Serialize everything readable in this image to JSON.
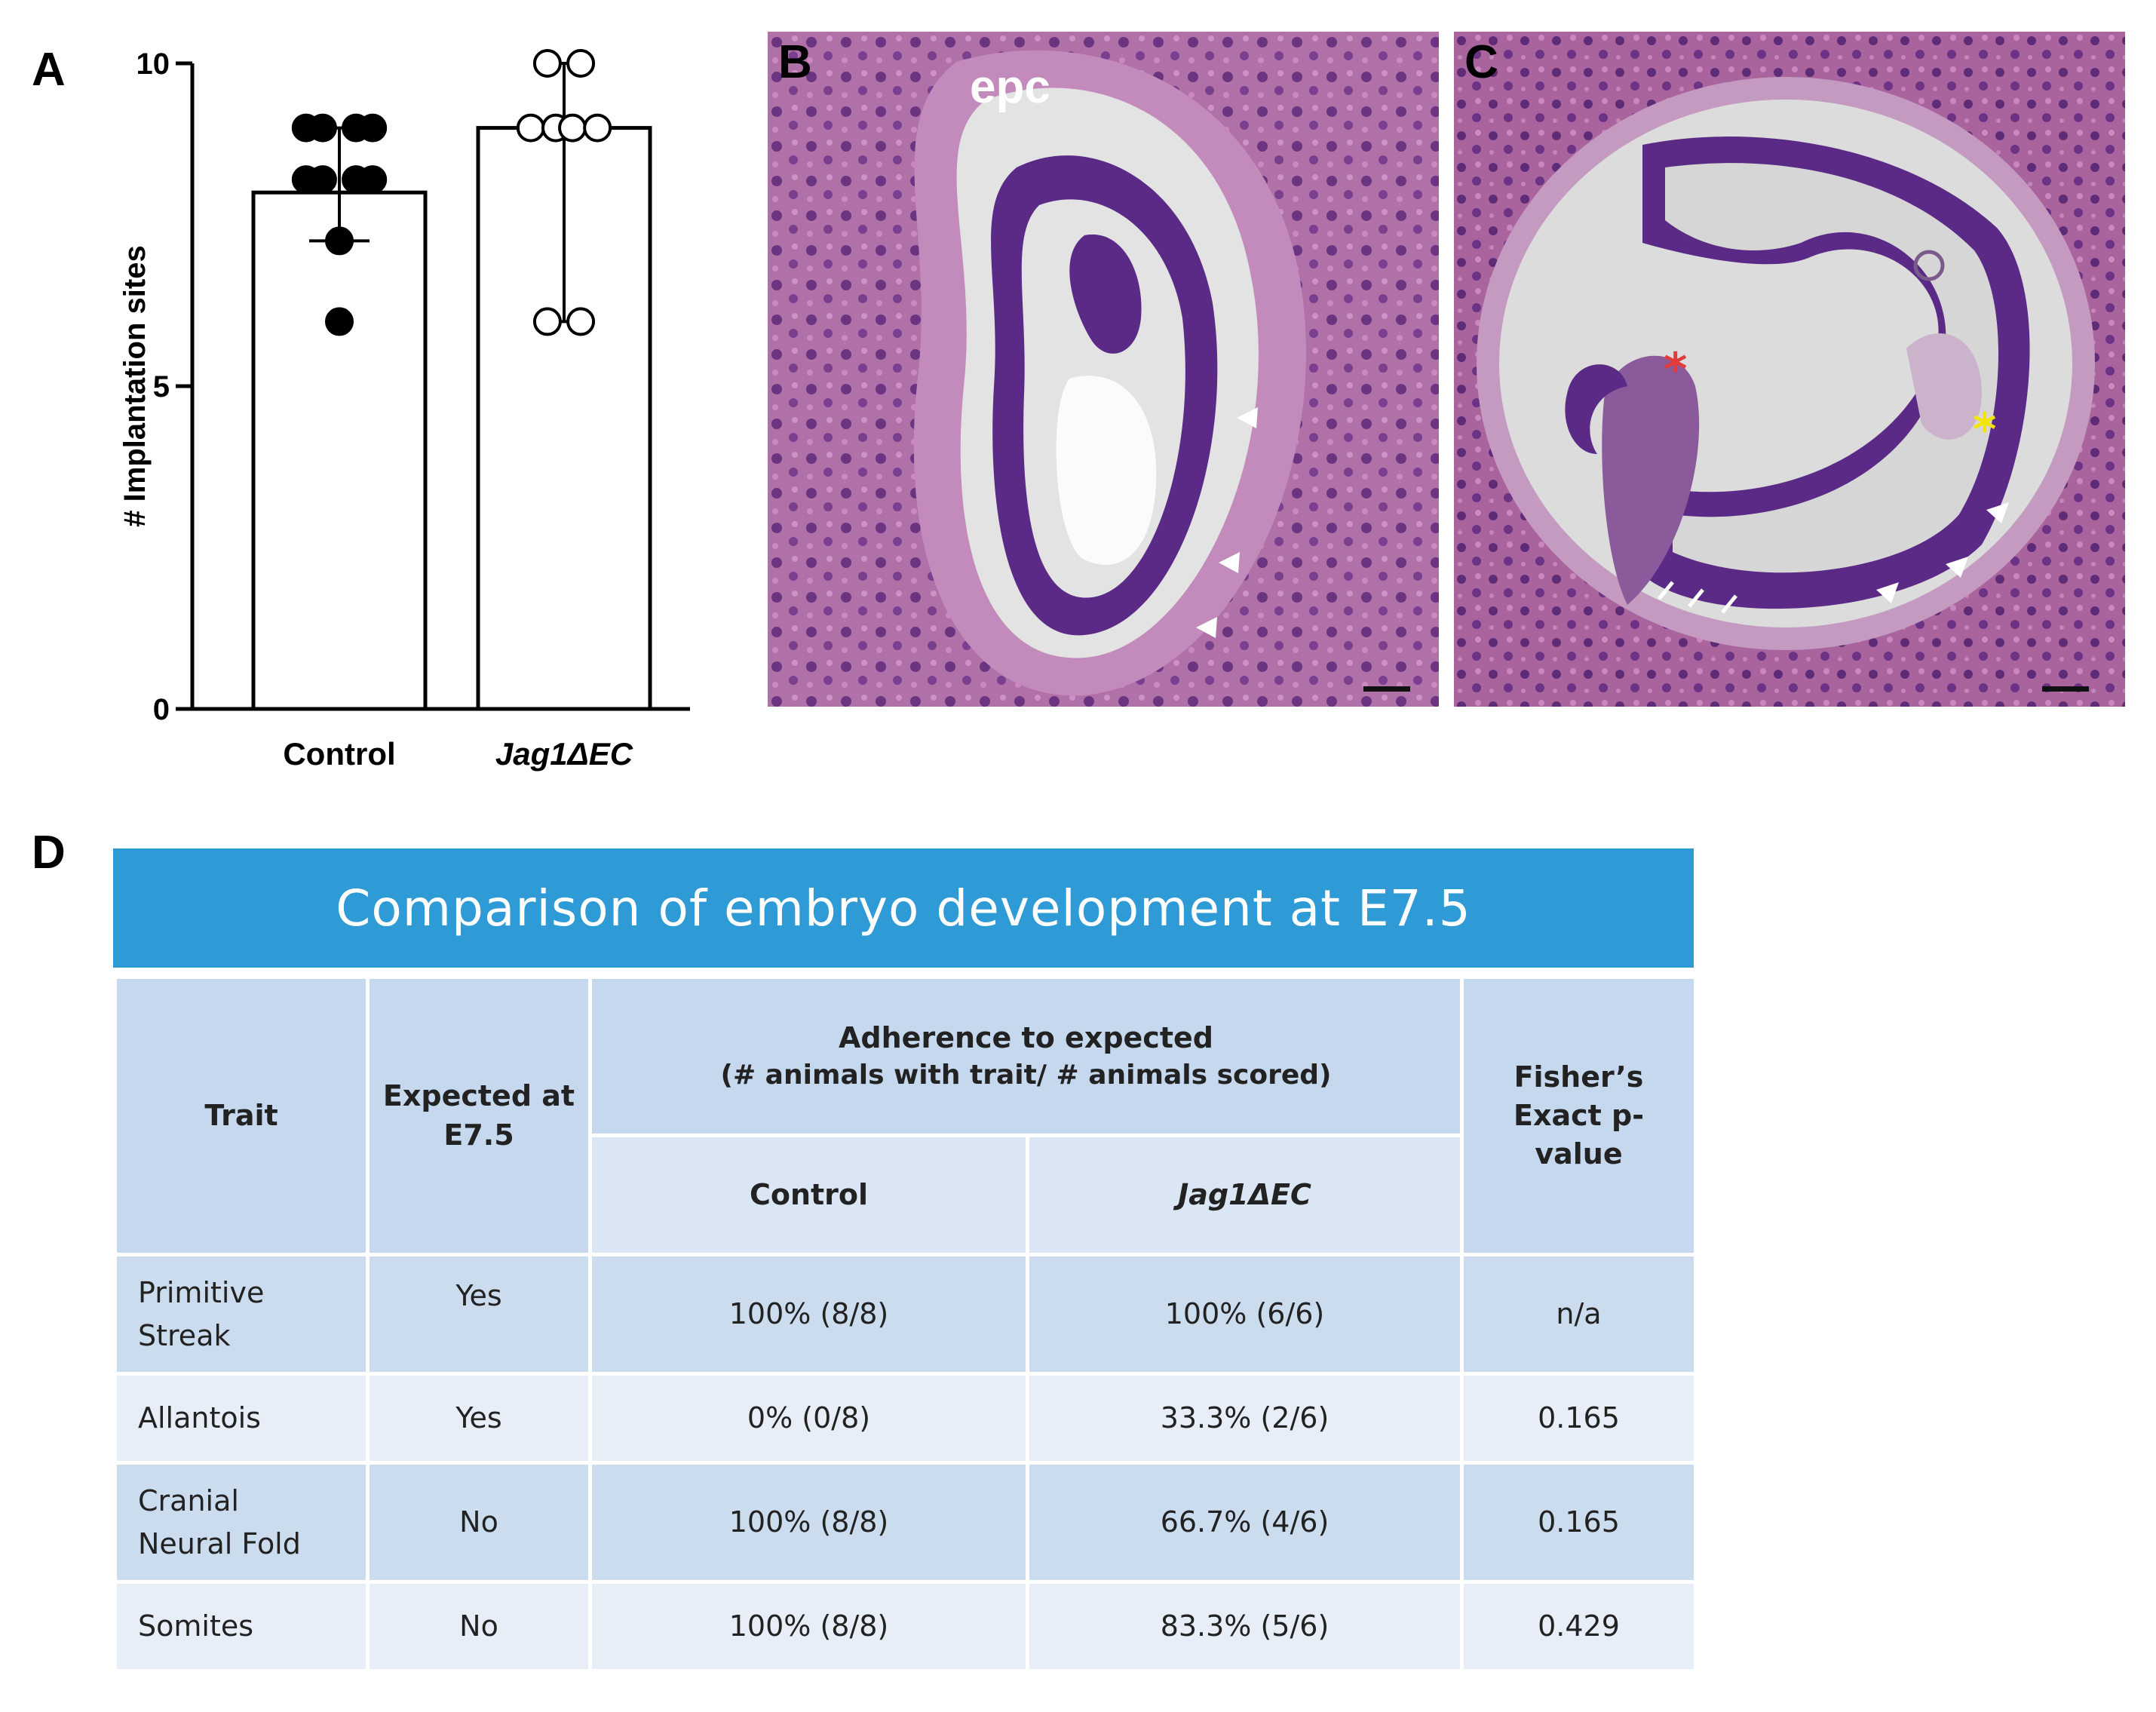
{
  "panels": {
    "a_letter": "A",
    "b_letter": "B",
    "c_letter": "C",
    "d_letter": "D"
  },
  "chart_data": {
    "type": "bar",
    "ylabel": "# Implantation sites",
    "yticks": [
      "0",
      "5",
      "10"
    ],
    "ylim": [
      0,
      10
    ],
    "categories": [
      "Control",
      "Jag1ΔEC"
    ],
    "values": [
      8,
      9
    ],
    "error_bars": [
      [
        7.25,
        9
      ],
      [
        6,
        10
      ]
    ],
    "points": [
      {
        "x": [
          -0.4,
          -0.2,
          0.2,
          0.4,
          -0.4,
          -0.2,
          0.2,
          0.4,
          0.0
        ],
        "y": [
          9,
          9,
          9,
          9,
          8.2,
          8.2,
          8.2,
          8.2,
          7.25
        ]
      },
      {
        "x": [
          -0.2,
          0.2,
          -0.4,
          -0.1,
          0.1,
          0.4,
          -0.2,
          0.2
        ],
        "y": [
          10,
          10,
          9,
          9,
          9,
          9,
          6,
          6
        ]
      }
    ],
    "extra_points_control": [
      {
        "x": 0.0,
        "y": 6
      }
    ],
    "marker_fill": [
      "#000000",
      "#ffffff"
    ],
    "grid": false
  },
  "micrographs": {
    "b_label": "epc",
    "tissue_color": "#b26ba8",
    "embryo_color": "#5a2a86",
    "lumen_color": "#dcdcdc",
    "asterisk_red": "#e23b3b",
    "asterisk_yellow": "#f2e600"
  },
  "table": {
    "title": "Comparison of embryo development at E7.5",
    "headers": {
      "trait": "Trait",
      "expected": "Expected at E7.5",
      "adherence": "Adherence to expected",
      "adherence_sub": "(# animals with trait/ # animals  scored)",
      "control": "Control",
      "mutant": "Jag1ΔEC",
      "fisher_1": "Fisher’s",
      "fisher_2": "Exact p-",
      "fisher_3": "value"
    },
    "rows": [
      {
        "trait_1": "Primitive",
        "trait_2": "Streak",
        "expected": "Yes",
        "control": "100% (8/8)",
        "mutant": "100% (6/6)",
        "p": "n/a"
      },
      {
        "trait_1": "Allantois",
        "trait_2": "",
        "expected": "Yes",
        "control": "0% (0/8)",
        "mutant": "33.3% (2/6)",
        "p": "0.165"
      },
      {
        "trait_1": "Cranial",
        "trait_2": "Neural Fold",
        "expected": "No",
        "control": "100% (8/8)",
        "mutant": "66.7% (4/6)",
        "p": "0.165"
      },
      {
        "trait_1": "Somites",
        "trait_2": "",
        "expected": "No",
        "control": "100% (8/8)",
        "mutant": "83.3% (5/6)",
        "p": "0.429"
      }
    ]
  }
}
